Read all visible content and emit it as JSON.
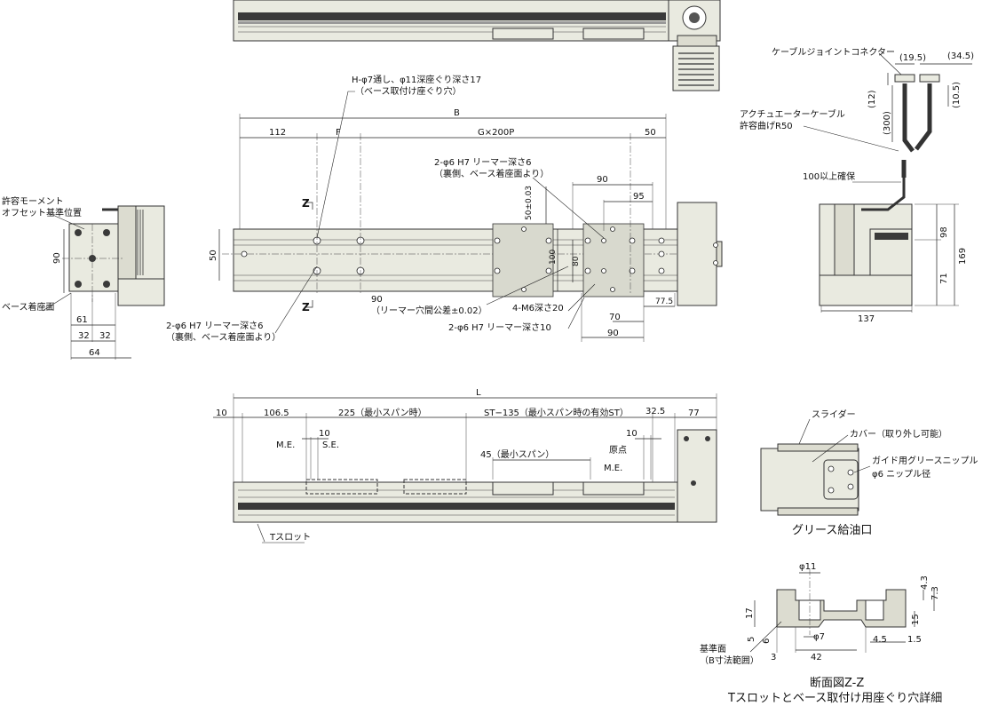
{
  "labels": {
    "h_phi7": "H-φ7通し、φ11深座ぐり深さ17",
    "h_phi7_sub": "（ベース取付け座ぐり穴）",
    "B": "B",
    "d112": "112",
    "F": "F",
    "G200P": "G×200P",
    "d50_top": "50",
    "reamer6_top": "2-φ6 H7 リーマー深さ6",
    "reamer6_top_sub": "（裏側、ベース着座面より）",
    "d90_top": "90",
    "d95": "95",
    "d50_tol": "50±0.03",
    "Z_top": "Z",
    "Z_bottom": "Z",
    "d50_side": "50",
    "d100": "100",
    "d80": "80",
    "d90_reamer": "90",
    "d90_reamer_sub": "（リーマー穴間公差±0.02）",
    "m6": "4-M6深さ20",
    "d77_5": "77.5",
    "d70": "70",
    "reamer10": "2-φ6 H7 リーマー深さ10",
    "d90_bottom": "90",
    "reamer6_left": "2-φ6 H7 リーマー深さ6",
    "reamer6_left_sub": "（裏側、ベース着座面より）",
    "moment1": "許容モーメント",
    "moment2": "オフセット基準位置",
    "d90_left": "90",
    "base_face": "ベース着座面",
    "d61": "61",
    "d32a": "32",
    "d32b": "32",
    "d64": "64",
    "d19_5": "(19.5)",
    "d34_5": "(34.5)",
    "cable_conn": "ケーブルジョイントコネクター",
    "d12": "(12)",
    "d10_5": "(10.5)",
    "d300": "(300)",
    "act_cable1": "アクチュエーターケーブル",
    "act_cable2": "許容曲げR50",
    "d100_secure": "100以上確保",
    "d98": "98",
    "d169": "169",
    "d71": "71",
    "d137": "137",
    "L": "L",
    "d10_left": "10",
    "d106_5": "106.5",
    "d225": "225（最小スパン時）",
    "st": "ST−135（最小スパン時の有効ST）",
    "d32_5": "32.5",
    "d77": "77",
    "me_left": "M.E.",
    "d10_mid": "10",
    "se": "S.E.",
    "d45": "45（最小スパン）",
    "d10_right": "10",
    "origin": "原点",
    "me_right": "M.E.",
    "tslot": "Tスロット",
    "slider": "スライダー",
    "cover": "カバー（取り外し可能）",
    "grease1": "ガイド用グリースニップル",
    "grease2": "φ6 ニップル径",
    "grease_title": "グリース給油口",
    "phi11": "φ11",
    "d4_3": "4.3",
    "d7_3": "7.3",
    "d17": "17",
    "d15": "15",
    "d6": "6",
    "d5": "5",
    "d3": "3",
    "d42": "42",
    "d4_5": "4.5",
    "d1_5": "1.5",
    "phi7": "φ7",
    "ref_face1": "基準面",
    "ref_face2": "（B寸法範囲）",
    "section_title": "断面図Z-Z",
    "section_sub": "Tスロットとベース取付け用座ぐり穴詳細"
  },
  "colors": {
    "body": "#e9eae0",
    "dark": "#3a3a3a"
  }
}
